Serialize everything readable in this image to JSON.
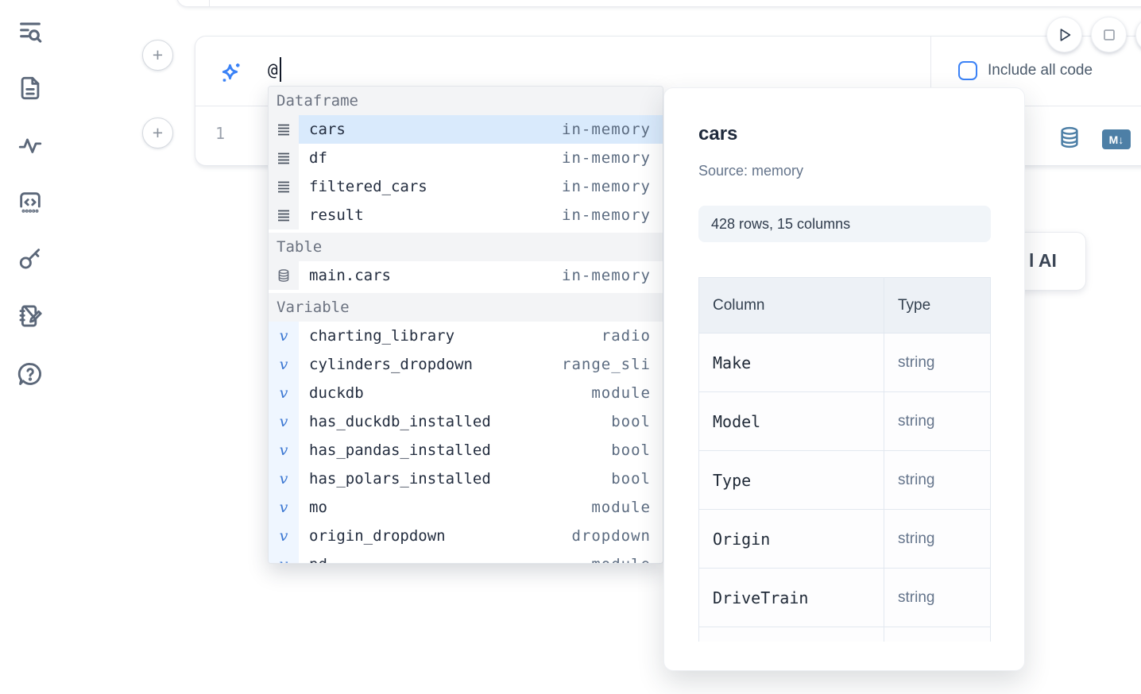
{
  "sidebar": {
    "items": [
      {
        "icon": "list-search-icon"
      },
      {
        "icon": "file-document-icon"
      },
      {
        "icon": "activity-icon"
      },
      {
        "icon": "code-cell-icon"
      },
      {
        "icon": "key-icon"
      },
      {
        "icon": "notebook-pen-icon"
      },
      {
        "icon": "help-chat-icon"
      }
    ]
  },
  "toolbar": {
    "add_cell_label": "+",
    "include_all_code_label": "Include all code"
  },
  "prompt": {
    "value": "@"
  },
  "editor": {
    "line_number": "1",
    "markdown_badge": "M↓"
  },
  "autocomplete": {
    "sections": [
      {
        "label": "Dataframe",
        "kind": "dataframe",
        "items": [
          {
            "name": "cars",
            "type": "in-memory",
            "selected": true
          },
          {
            "name": "df",
            "type": "in-memory"
          },
          {
            "name": "filtered_cars",
            "type": "in-memory"
          },
          {
            "name": "result",
            "type": "in-memory"
          }
        ]
      },
      {
        "label": "Table",
        "kind": "table",
        "items": [
          {
            "name": "main.cars",
            "type": "in-memory"
          }
        ]
      },
      {
        "label": "Variable",
        "kind": "variable",
        "items": [
          {
            "name": "charting_library",
            "type": "radio"
          },
          {
            "name": "cylinders_dropdown",
            "type": "range_sli"
          },
          {
            "name": "duckdb",
            "type": "module"
          },
          {
            "name": "has_duckdb_installed",
            "type": "bool"
          },
          {
            "name": "has_pandas_installed",
            "type": "bool"
          },
          {
            "name": "has_polars_installed",
            "type": "bool"
          },
          {
            "name": "mo",
            "type": "module"
          },
          {
            "name": "origin_dropdown",
            "type": "dropdown"
          },
          {
            "name": "pd",
            "type": "module"
          }
        ]
      }
    ]
  },
  "preview": {
    "title": "cars",
    "source": "Source: memory",
    "shape_badge": "428 rows, 15 columns",
    "table": {
      "headers": [
        "Column",
        "Type"
      ],
      "rows": [
        {
          "column": "Make",
          "type": "string"
        },
        {
          "column": "Model",
          "type": "string"
        },
        {
          "column": "Type",
          "type": "string"
        },
        {
          "column": "Origin",
          "type": "string"
        },
        {
          "column": "DriveTrain",
          "type": "string"
        },
        {
          "column": "",
          "type": ""
        }
      ]
    }
  },
  "ai_card": {
    "visible_text": "l AI"
  },
  "colors": {
    "accent_blue": "#3b82f6",
    "steel_blue": "#4d7fa6",
    "selected_row": "#d9eafc",
    "sidebar_icon": "#5b6779"
  }
}
